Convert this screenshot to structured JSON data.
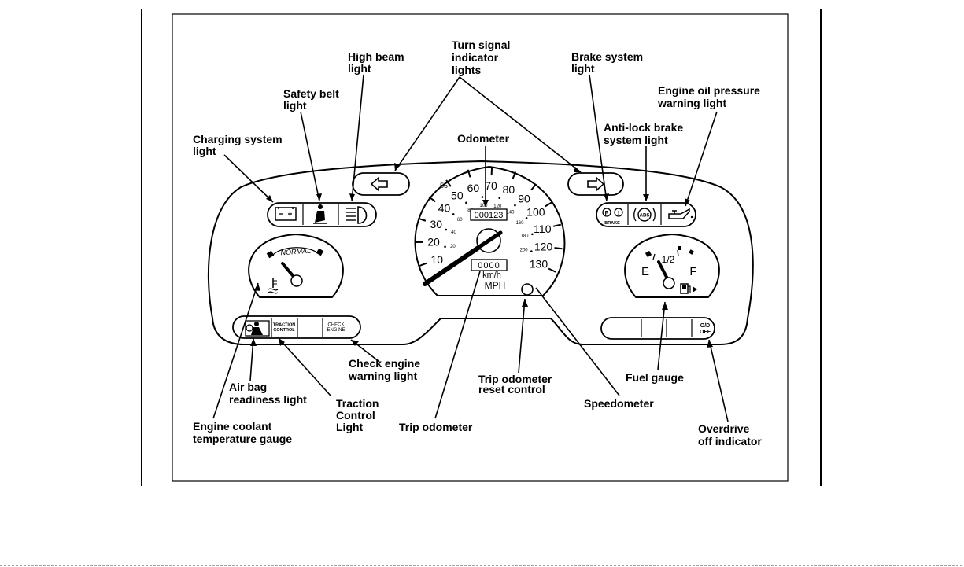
{
  "labels": {
    "turn_signal": [
      "Turn signal",
      "indicator",
      "lights"
    ],
    "high_beam": [
      "High beam",
      "light"
    ],
    "brake_system": [
      "Brake system",
      "light"
    ],
    "engine_oil": [
      "Engine oil pressure",
      "warning light"
    ],
    "safety_belt": [
      "Safety belt",
      "light"
    ],
    "anti_lock": [
      "Anti-lock brake",
      "system light"
    ],
    "charging": [
      "Charging system",
      "light"
    ],
    "odometer": "Odometer",
    "check_engine": [
      "Check engine",
      "warning light"
    ],
    "air_bag": [
      "Air bag",
      "readiness light"
    ],
    "trip_reset": [
      "Trip odometer",
      "reset control"
    ],
    "fuel_gauge": "Fuel gauge",
    "speedometer": "Speedometer",
    "traction": [
      "Traction",
      "Control",
      "Light"
    ],
    "coolant": [
      "Engine coolant",
      "temperature gauge"
    ],
    "trip_odometer": "Trip odometer",
    "overdrive": [
      "Overdrive",
      "off indicator"
    ]
  },
  "speedometer": {
    "mph_ticks": [
      "10",
      "20",
      "30",
      "40",
      "50",
      "60",
      "70",
      "80",
      "90",
      "100",
      "110",
      "120",
      "130"
    ],
    "kmh_ticks": [
      "20",
      "40",
      "60",
      "80",
      "100",
      "120",
      "140",
      "160",
      "180",
      "200"
    ],
    "extra_tick": "55",
    "odometer_value": "000123",
    "trip_value": "0000",
    "unit_kmh": "km/h",
    "unit_mph": "MPH"
  },
  "temp_gauge": {
    "normal_text": "NORMAL"
  },
  "fuel": {
    "empty": "E",
    "half": "1/2",
    "full": "F"
  },
  "warning_lights": {
    "traction_line1": "TRACTION",
    "traction_line2": "CONTROL",
    "check_line1": "CHECK",
    "check_line2": "ENGINE",
    "od_line1": "O/D",
    "od_line2": "OFF",
    "brake": "BRAKE",
    "abs": "ABS",
    "p": "P"
  }
}
